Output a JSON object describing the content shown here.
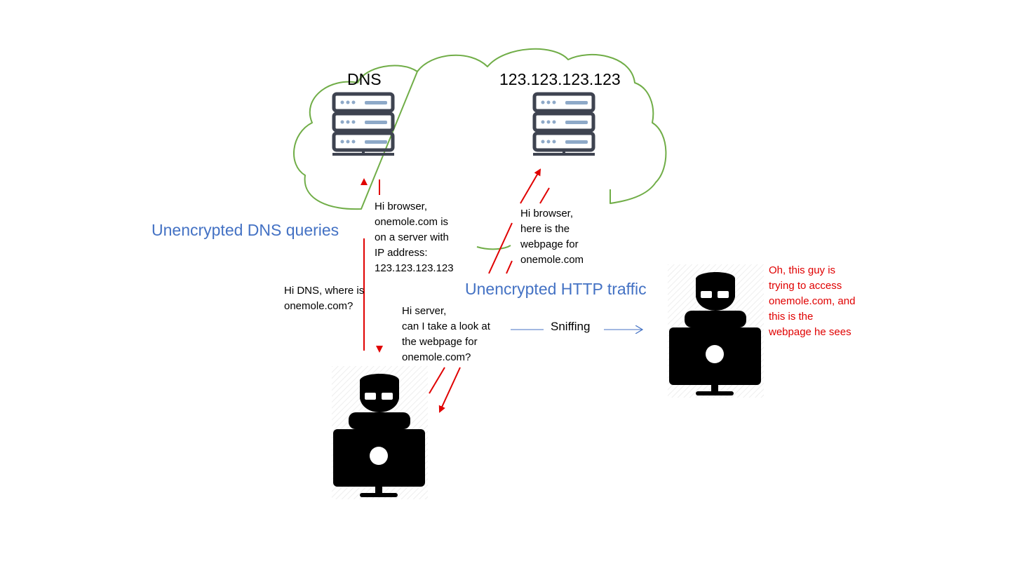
{
  "colors": {
    "cloud_stroke": "#70AD47",
    "arrow_red": "#E00000",
    "label_blue": "#4472C4",
    "server_dark": "#3E4350",
    "server_light": "#8EA9C8",
    "person": "#000000"
  },
  "cloud": {
    "dns_server_label": "DNS",
    "web_server_label": "123.123.123.123"
  },
  "dns_exchange": {
    "title": "Unencrypted DNS queries",
    "query_text": "Hi DNS, where is\nonemole.com?",
    "response_text": "Hi browser,\nonemole.com is\non a server with\nIP address:\n123.123.123.123"
  },
  "http_exchange": {
    "title": "Unencrypted HTTP traffic",
    "request_text": "Hi server,\ncan I take a look at\nthe webpage for\nonemole.com?",
    "response_text": "Hi browser,\nhere is the\nwebpage for\nonemole.com"
  },
  "sniffing": {
    "label": "Sniffing",
    "observer_thought": "Oh, this guy is\ntrying to access\nonemole.com, and\nthis is the\nwebpage he sees"
  },
  "icons": {
    "dns_server": "server-rack-icon",
    "web_server": "server-rack-icon",
    "user": "person-at-computer-icon",
    "sniffer": "person-at-computer-icon"
  }
}
